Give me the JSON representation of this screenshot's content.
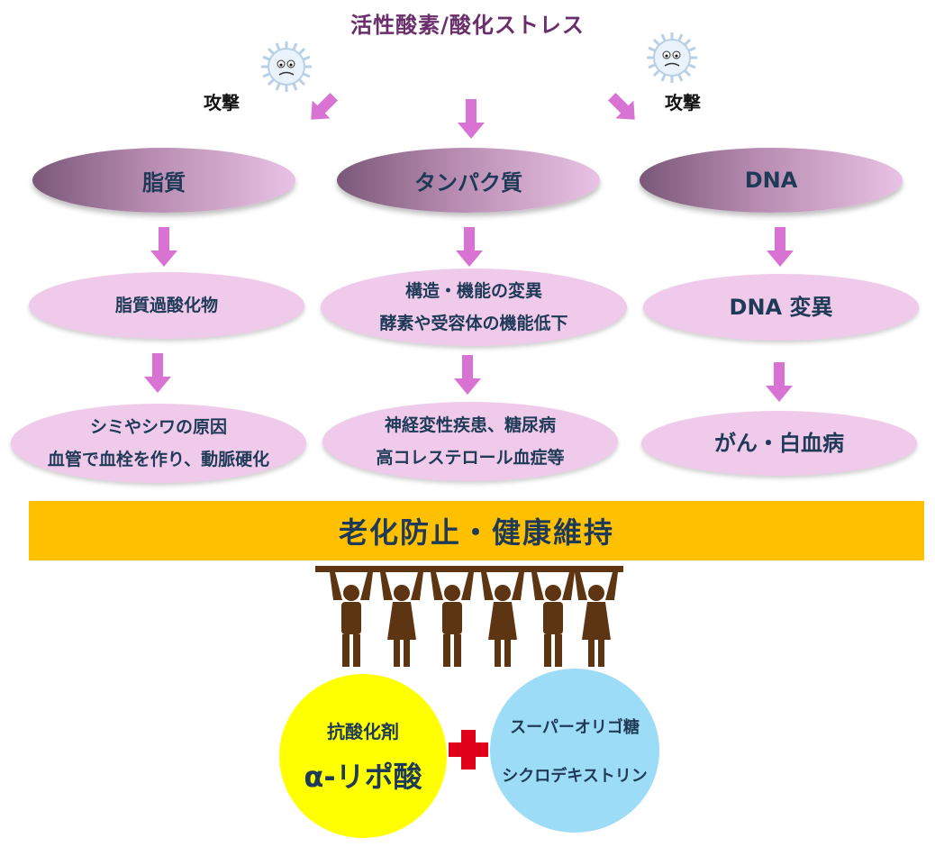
{
  "title": "活性酸素/酸化ストレス",
  "attack_left": "攻撃",
  "attack_right": "攻撃",
  "columns": [
    {
      "head": "脂質",
      "mid": [
        "脂質過酸化物"
      ],
      "bottom": [
        "シミやシワの原因",
        "血管で血栓を作り、動脈硬化"
      ]
    },
    {
      "head": "タンパク質",
      "mid": [
        "構造・機能の変異",
        "酵素や受容体の機能低下"
      ],
      "bottom": [
        "神経変性疾患、糖尿病",
        "高コレステロール血症等"
      ]
    },
    {
      "head": "DNA",
      "mid": [
        "DNA 変異"
      ],
      "bottom": [
        "がん・白血病"
      ]
    }
  ],
  "banner": "老化防止・健康維持",
  "antioxidant": {
    "line1": "抗酸化剤",
    "line2": "α-リポ酸"
  },
  "sugar": {
    "line1": "スーパーオリゴ糖",
    "line2": "シクロデキストリン"
  },
  "colors": {
    "title": "#6a2e6a",
    "text": "#1f3a57",
    "arrow": "#d873d3",
    "banner": "#ffc000",
    "left_circle": "#ffff00",
    "right_circle": "#9ddcf6",
    "plus": "#e0001a",
    "people": "#5e3512"
  },
  "icons": [
    "virus-icon",
    "plus-icon",
    "people-figures-icon"
  ]
}
